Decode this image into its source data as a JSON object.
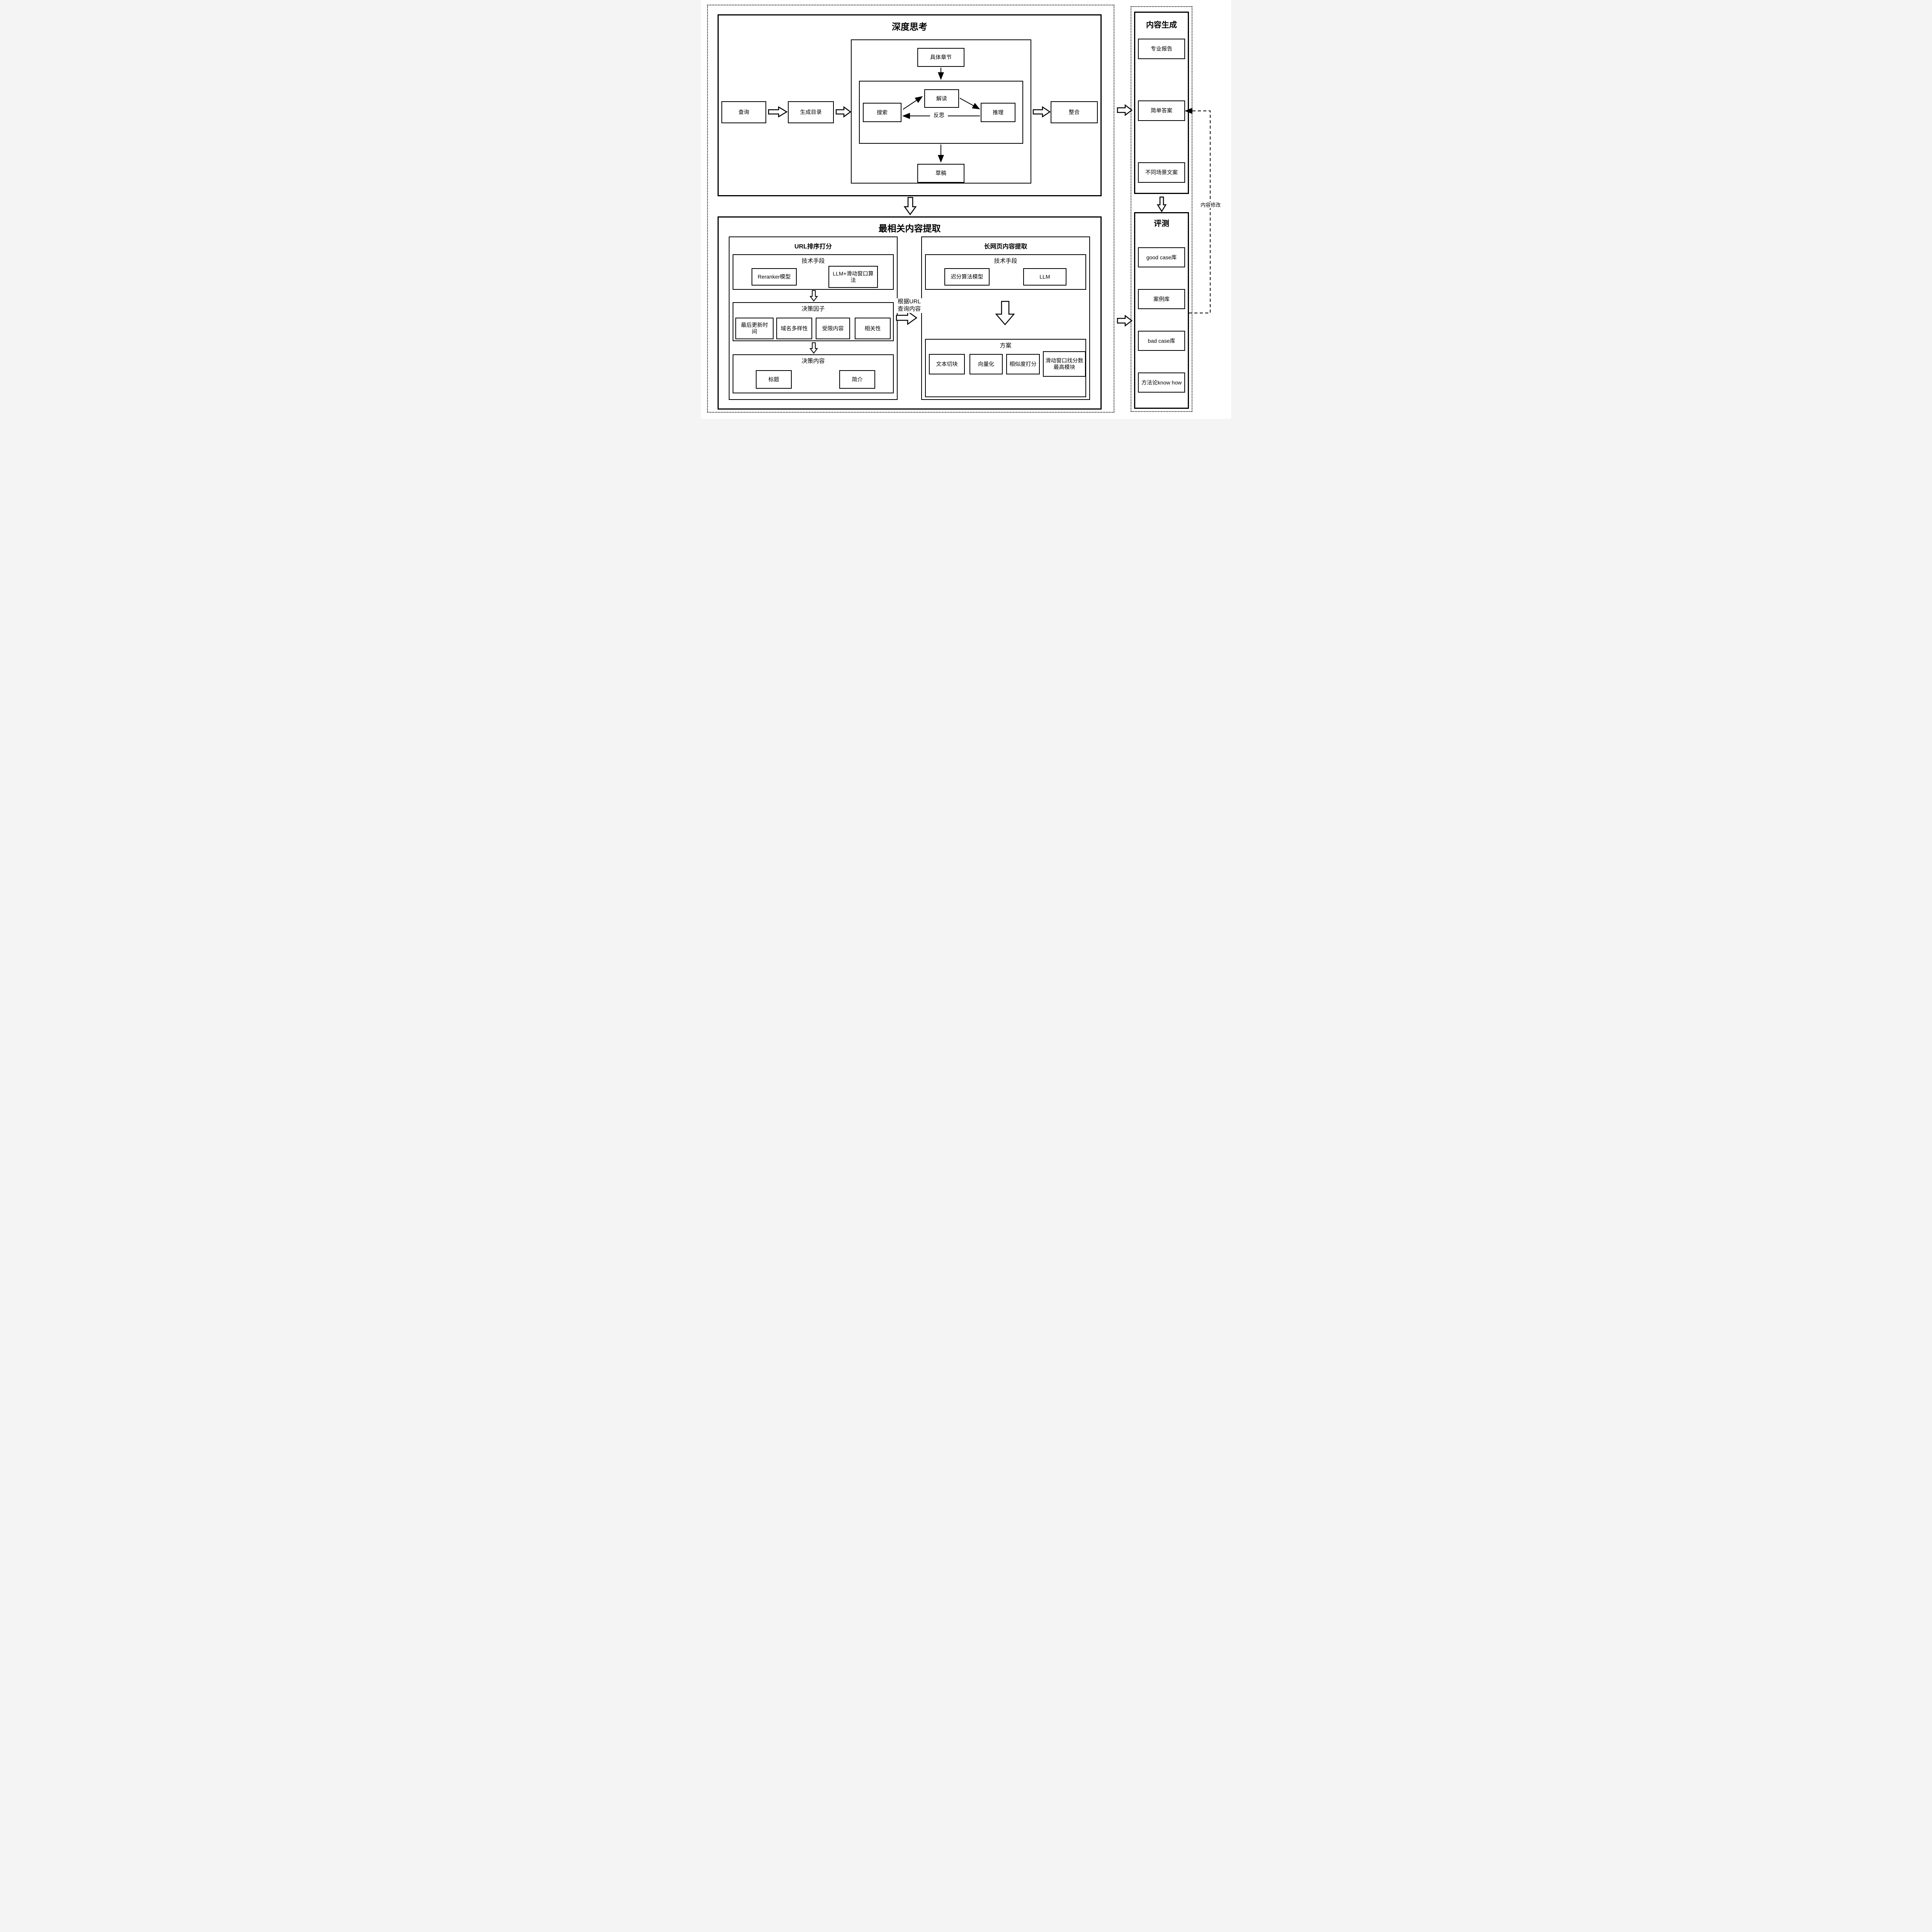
{
  "diagram": {
    "deep_thinking": {
      "title": "深度思考",
      "query": "查询",
      "generate_toc": "生成目录",
      "specific_chapter": "具体章节",
      "interpret": "解读",
      "search": "搜索",
      "reasoning": "推理",
      "reflection": "反思",
      "draft": "草稿",
      "integrate": "整合"
    },
    "extraction": {
      "title": "最相关内容提取",
      "bridge_label": "根据URL查询内容",
      "url_ranking": {
        "title": "URL排序打分",
        "tech_title": "技术手段",
        "tech_items": [
          "Reranker模型",
          "LLM+滑动窗口算法"
        ],
        "factors_title": "决策因子",
        "factors": [
          "最后更新时间",
          "域名多样性",
          "受限内容",
          "相关性"
        ],
        "content_title": "决策内容",
        "content_items": [
          "标题",
          "简介"
        ]
      },
      "long_page": {
        "title": "长网页内容提取",
        "tech_title": "技术手段",
        "tech_items": [
          "迟分算法模型",
          "LLM"
        ],
        "plan_title": "方案",
        "plan_items": [
          "文本切块",
          "向量化",
          "相似度打分",
          "滑动窗口找分数最高模块"
        ]
      }
    },
    "content_generation": {
      "title": "内容生成",
      "items": [
        "专业报告",
        "简单答案",
        "不同场景文案"
      ]
    },
    "evaluation": {
      "title": "评测",
      "items": [
        "good case库",
        "案例库",
        "bad case库",
        "方法论know how"
      ]
    },
    "feedback_label": "内容修改"
  }
}
